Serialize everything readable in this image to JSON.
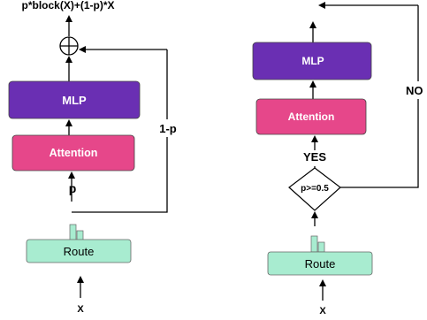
{
  "left_panel": {
    "formula": "p*block(X)+(1-p)*X",
    "mlp_label": "MLP",
    "attention_label": "Attention",
    "p_label": "p",
    "skip_label": "1-p",
    "route_label": "Route",
    "input_label": "X"
  },
  "right_panel": {
    "mlp_label": "MLP",
    "attention_label": "Attention",
    "yes_label": "YES",
    "no_label": "NO",
    "condition_label": "p>=0.5",
    "route_label": "Route",
    "input_label": "X"
  },
  "colors": {
    "mlp": "#6a2fb3",
    "attention": "#e6478a",
    "route": "#a8ecd0",
    "route_icon": "#a8ecd0",
    "line": "#000000"
  }
}
